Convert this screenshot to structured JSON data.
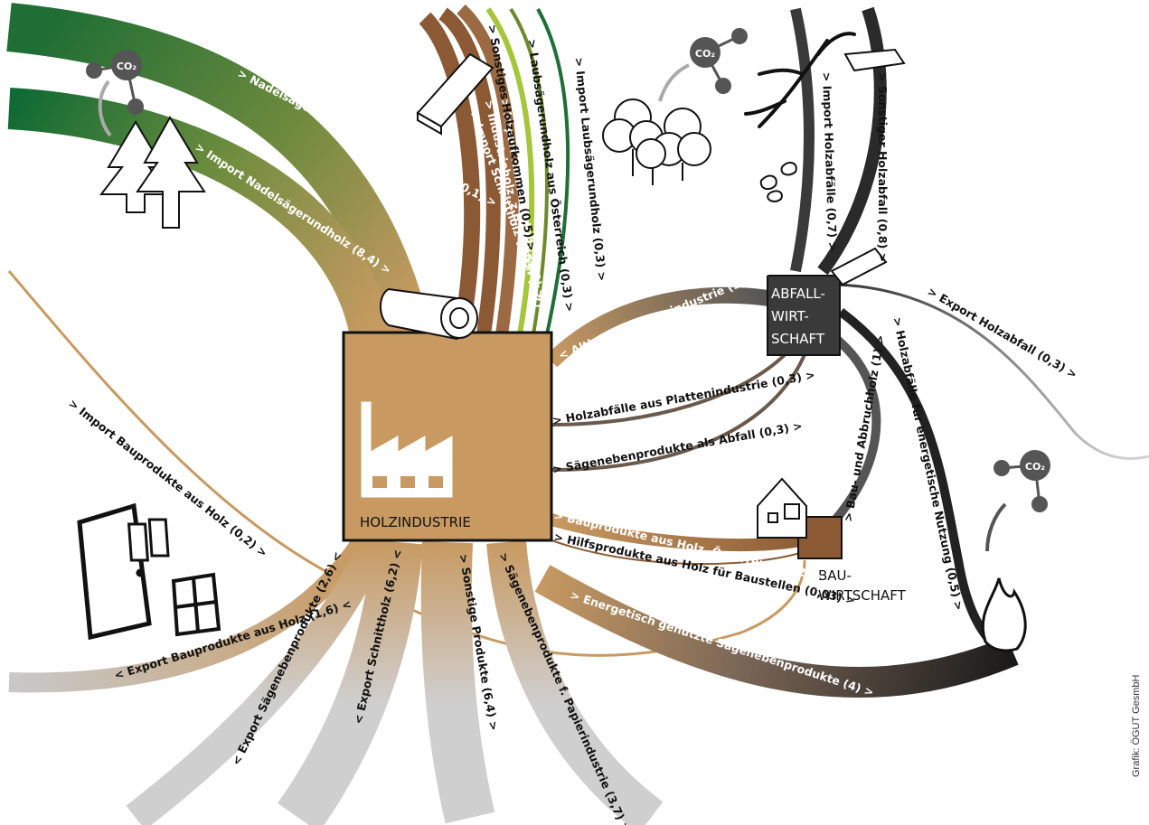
{
  "nodes": {
    "holzindustrie": "HOLZINDUSTRIE",
    "abfall": [
      "ABFALL-",
      "WIRT-",
      "SCHAFT"
    ],
    "bau": [
      "BAU-",
      "WIRTSCHAFT"
    ]
  },
  "flows": {
    "nadel_at": "> Nadelsägerundholz aus Österreich (10,1) >",
    "import_nadel": "> Import Nadelsägerundholz (8,4) >",
    "import_schnittholz": "> Import Schnittholz (2,1) >",
    "industrieholz": "> Industrieholz, z.B. Platten (1,7) >",
    "import_holzwerkstoffe": "> Import Holzwerkstoffe (1,3) >",
    "sonstiges_holz": "> Sonstiges Holzaufkommen (0,5) >",
    "laubsaeg_at": "> Laubsägerundholz aus Österreich (0,3) >",
    "import_laub": "> Import Laubsägerundholz (0,3) >",
    "import_holzabfaelle": "> Import Holzabfälle (0,7) >",
    "sonstiger_abfall": "> Sonstiger Holzabfall (0,8) >",
    "export_holzabfall": "> Export Holzabfall (0,3) >",
    "altholz": "< Altholz f. Plattenindustrie (1,7) <",
    "abfaelle_platten": "> Holzabfälle aus Plattenindustrie (0,3) >",
    "saegeneben_abfall": "> Sägenebenprodukte als Abfall (0,3) >",
    "bau_abbruch": "> Bau- und Abbruchholz (1) >",
    "energetisch_abfaelle": "> Holzabfälle für energetische Nutzung (0,5) >",
    "bauprodukte_at": "> Bauprodukte aus Holz, Österreich (1,2) >",
    "hilfsprodukte": "> Hilfsprodukte aus Holz für Baustellen (0,03) >",
    "energetisch_saege": "> Energetisch genutzte Sägenebenprodukte (4) >",
    "import_bauprodukte": "> Import Bauprodukte aus Holz (0,2) >",
    "export_bauprodukte": "< Export Bauprodukte aus Holz (1,6) <",
    "export_saegeneben": "< Export Sägenebenprodukte (2,6) <",
    "export_schnittholz": "< Export Schnittholz (6,2) <",
    "sonstige_produkte": "> Sonstige Produkte (6,4) >",
    "saege_papier": "> Sägenebenprodukte f. Papierindustrie (3,7) >"
  },
  "co2_labels": [
    "CO₂",
    "CO₂",
    "CO₂"
  ],
  "credit": "Grafik: ÖGUT GesmbH",
  "colors": {
    "green": "#1f6e35",
    "brown_box": "#c89a62",
    "brown_dark": "#8b5a35",
    "waste_dark": "#3a3a3a",
    "export_grey": "#c8c8c8",
    "light_green": "#a5c63b"
  },
  "icons": [
    "co2-molecule-icon",
    "trees-icon",
    "log-icon",
    "board-icon",
    "factory-icon",
    "door-icon",
    "window-icon",
    "house-icon",
    "fire-icon",
    "branch-icon",
    "wood-chips-icon",
    "broken-board-icon",
    "deciduous-trees-icon"
  ]
}
